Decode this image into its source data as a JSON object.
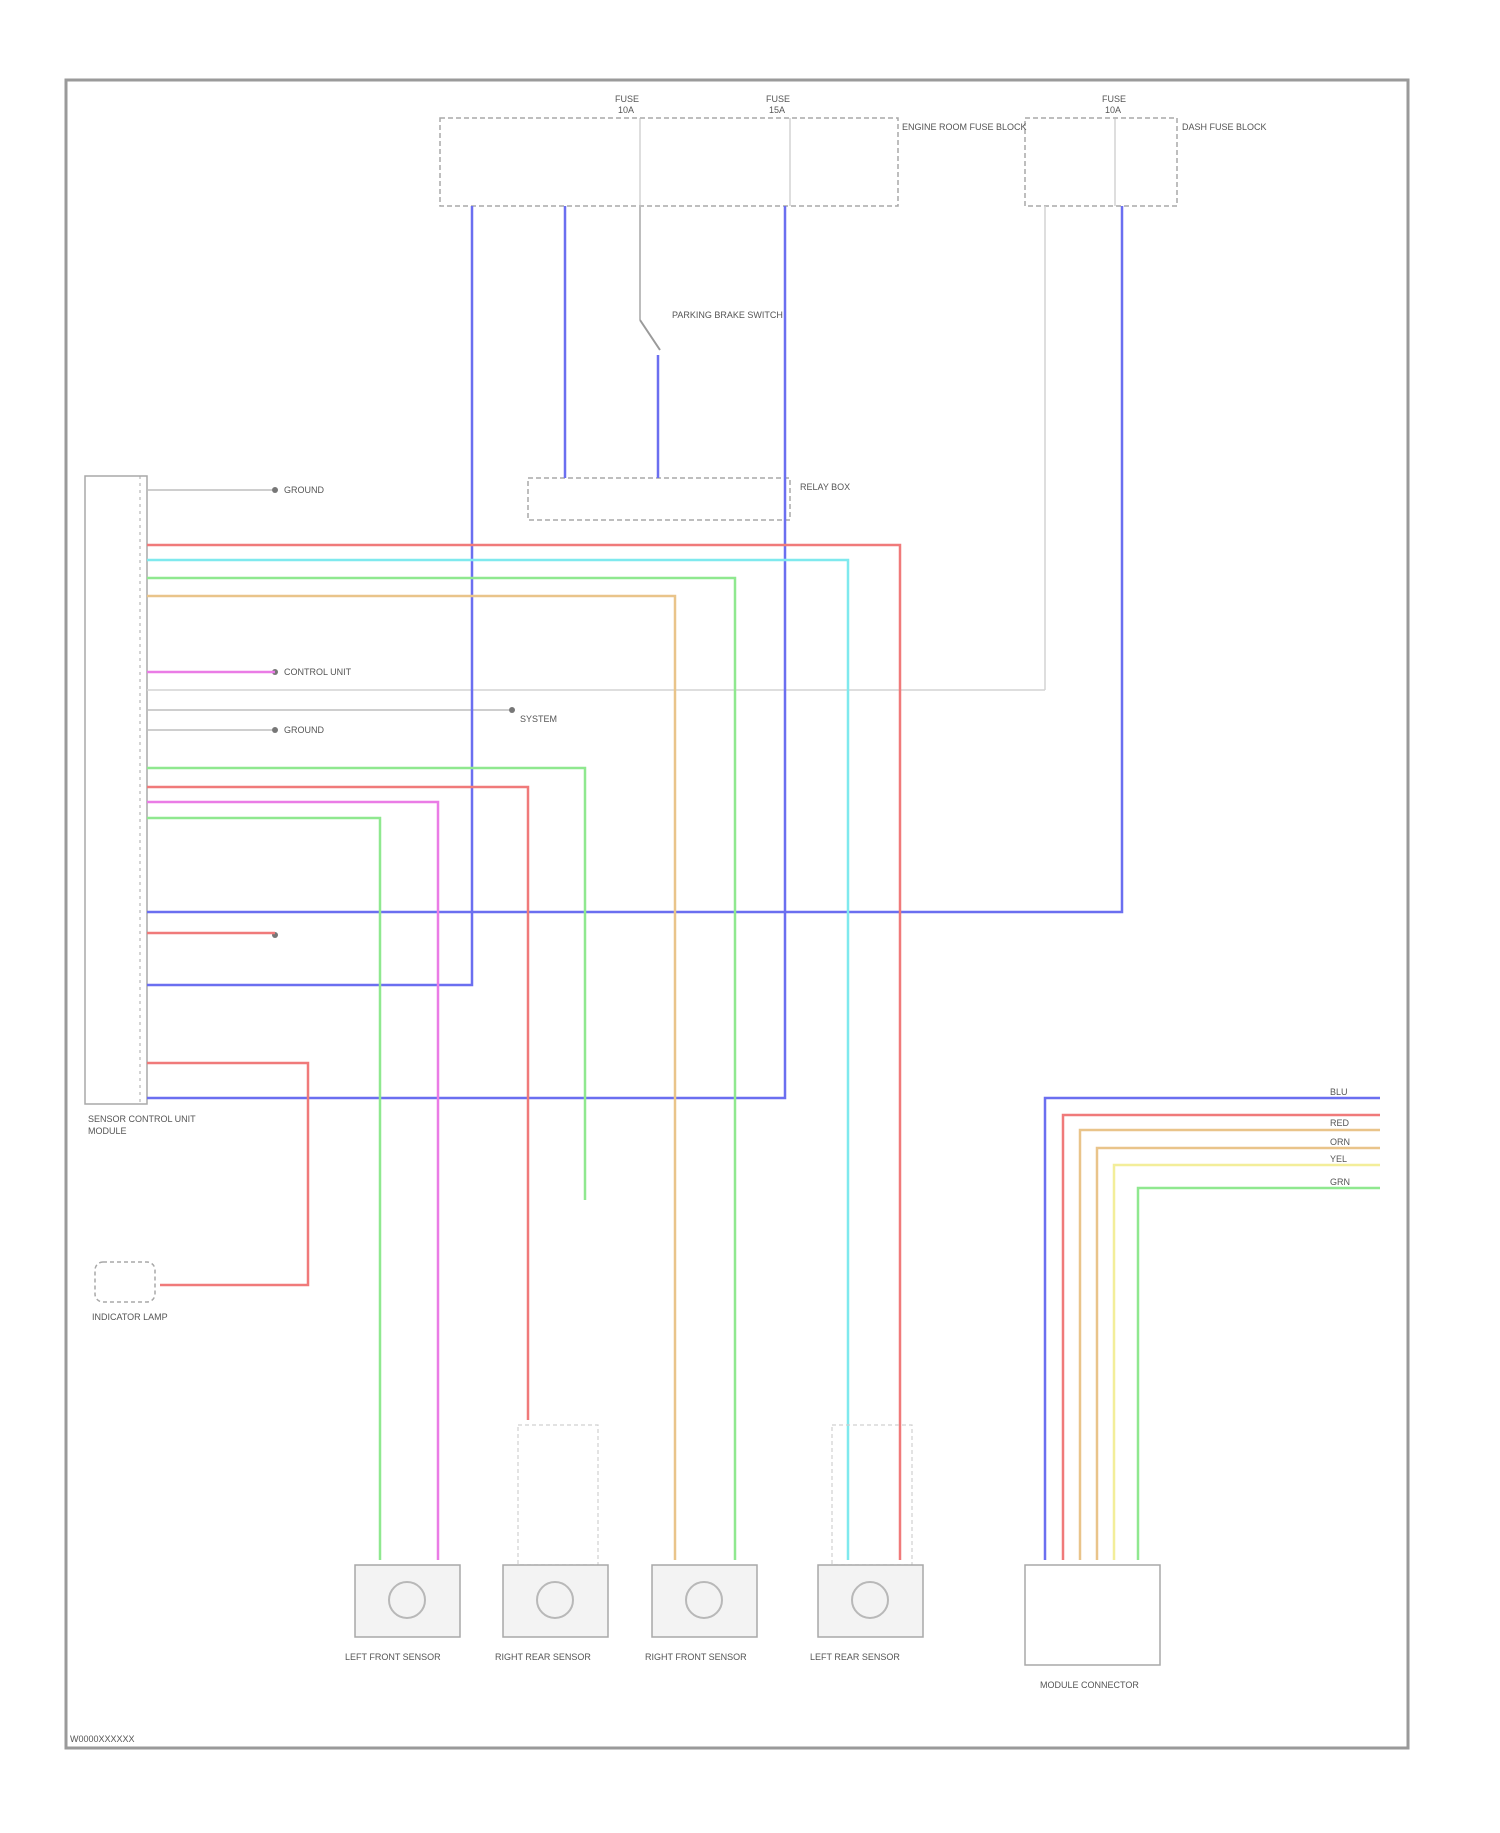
{
  "diagram_code": "W0000XXXXXX",
  "colors": {
    "frame": "#9a9a9a",
    "box": "#a8a8a8",
    "blue": "#6b6ff0",
    "red": "#f07a7a",
    "cyan": "#7fe9ee",
    "green": "#8fe88f",
    "orange": "#e9c48a",
    "magenta": "#ea7ce6",
    "yellow": "#f3ee9a",
    "grey": "#bdbdbd"
  },
  "top_fuses": [
    {
      "label": "FUSE",
      "sub": "10A"
    },
    {
      "label": "FUSE",
      "sub": "15A"
    },
    {
      "label": "FUSE",
      "sub": "10A"
    }
  ],
  "fuse_boxes": [
    {
      "label": "ENGINE ROOM FUSE BLOCK"
    },
    {
      "label": "DASH FUSE BLOCK"
    }
  ],
  "relay_box": {
    "label": "RELAY BOX"
  },
  "switch": {
    "label": "PARKING BRAKE SWITCH"
  },
  "control_unit": {
    "label": "SENSOR CONTROL UNIT",
    "sub": "MODULE"
  },
  "lamp": {
    "label": "INDICATOR LAMP"
  },
  "side_notes": [
    {
      "label": "GROUND"
    },
    {
      "label": "CONTROL UNIT"
    },
    {
      "label": "GROUND"
    },
    {
      "label": "SYSTEM"
    }
  ],
  "harness_labels": [
    {
      "label": "BLU"
    },
    {
      "label": "RED"
    },
    {
      "label": "GRN"
    },
    {
      "label": "ORN"
    },
    {
      "label": "YEL"
    }
  ],
  "sensors": [
    {
      "label": "LEFT FRONT SENSOR"
    },
    {
      "label": "RIGHT REAR SENSOR"
    },
    {
      "label": "RIGHT FRONT SENSOR"
    },
    {
      "label": "LEFT REAR SENSOR"
    }
  ],
  "right_module": {
    "label": "MODULE CONNECTOR"
  }
}
